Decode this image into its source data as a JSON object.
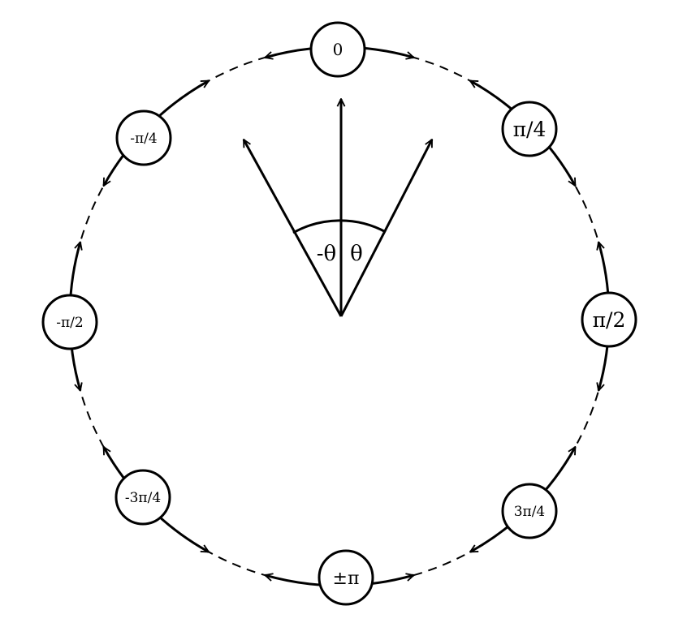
{
  "diagram": {
    "center_label_neg": "-θ",
    "center_label_pos": "θ",
    "nodes": [
      {
        "id": "node-0",
        "label": "0"
      },
      {
        "id": "node-pi-4",
        "label": "π/4"
      },
      {
        "id": "node-pi-2",
        "label": "π/2"
      },
      {
        "id": "node-3pi-4",
        "label": "3π/4"
      },
      {
        "id": "node-pm-pi",
        "label": "±π"
      },
      {
        "id": "node-neg-3pi-4",
        "label": "-3π/4"
      },
      {
        "id": "node-neg-pi-2",
        "label": "-π/2"
      },
      {
        "id": "node-neg-pi-4",
        "label": "-π/4"
      }
    ]
  }
}
